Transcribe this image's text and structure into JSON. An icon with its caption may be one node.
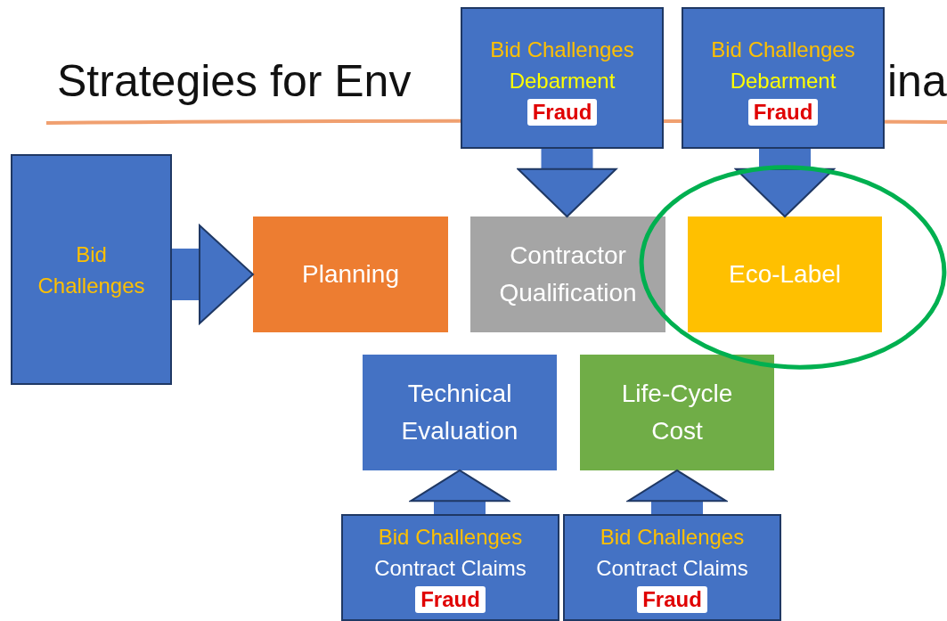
{
  "diagram": {
    "title": "Strategies for Env",
    "nodes": [
      {
        "text": [
          "Bid Challenges"
        ]
      },
      {
        "text": [
          "Planning"
        ]
      },
      {
        "text": [
          "Bid Challenges",
          "Debarment",
          "Fraud"
        ]
      },
      {
        "text": [
          "Contractor Qualification"
        ]
      },
      {
        "text": [
          "Bid Challenges",
          "Debarment",
          "Fraud"
        ]
      },
      {
        "text": [
          "Eco-Label"
        ]
      },
      {
        "text": [
          "Technical Evaluation"
        ]
      },
      {
        "text": [
          "Life-Cycle Cost"
        ]
      },
      {
        "text": [
          "Bid Challenges",
          "Contract Claims",
          "Fraud"
        ]
      },
      {
        "text": [
          "Bid Challenges",
          "Contract Claims",
          "Fraud"
        ]
      }
    ],
    "edges": [
      {
        "from": 0,
        "to": 1,
        "arrow": "to"
      },
      {
        "from": 2,
        "to": 3,
        "arrow": "to"
      },
      {
        "from": 4,
        "to": 5,
        "arrow": "to"
      },
      {
        "from": 8,
        "to": 6,
        "arrow": "to"
      },
      {
        "from": 9,
        "to": 7,
        "arrow": "to"
      }
    ],
    "labels": [
      "ina"
    ]
  }
}
